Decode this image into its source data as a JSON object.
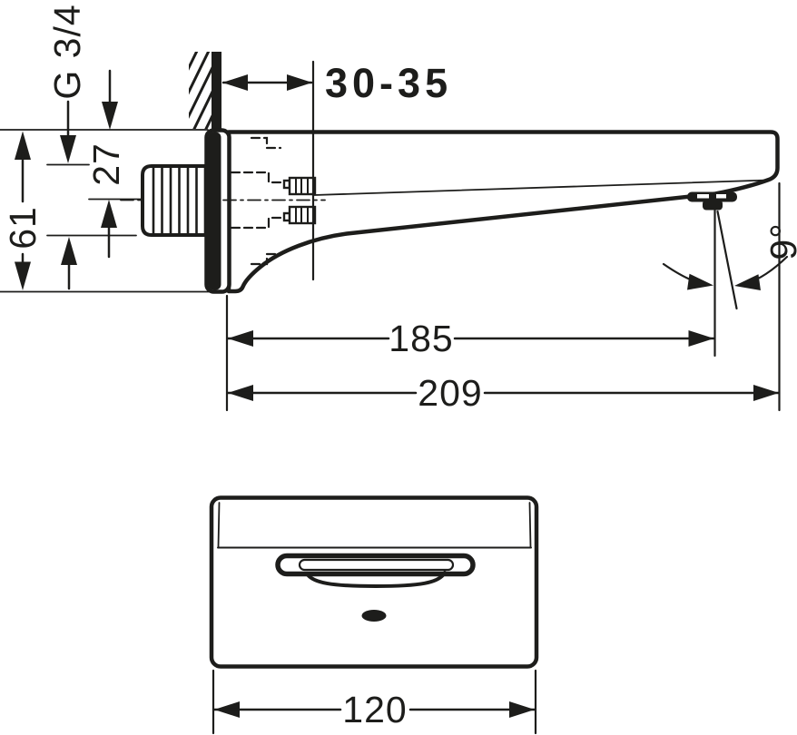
{
  "drawing": {
    "type": "technical-dimension-drawing",
    "subject": "wall-mounted bath spout, side view and front view",
    "units": "mm",
    "colors": {
      "line": "#1d1d1b",
      "background": "#ffffff"
    },
    "labels": {
      "thread": "G 3/4",
      "overall_height": "61",
      "top_to_pipe_center": "27",
      "wall_installation_depth": "30-35",
      "reach_to_outlet": "185",
      "total_length": "209",
      "spray_angle": "9°",
      "front_width": "120"
    }
  }
}
